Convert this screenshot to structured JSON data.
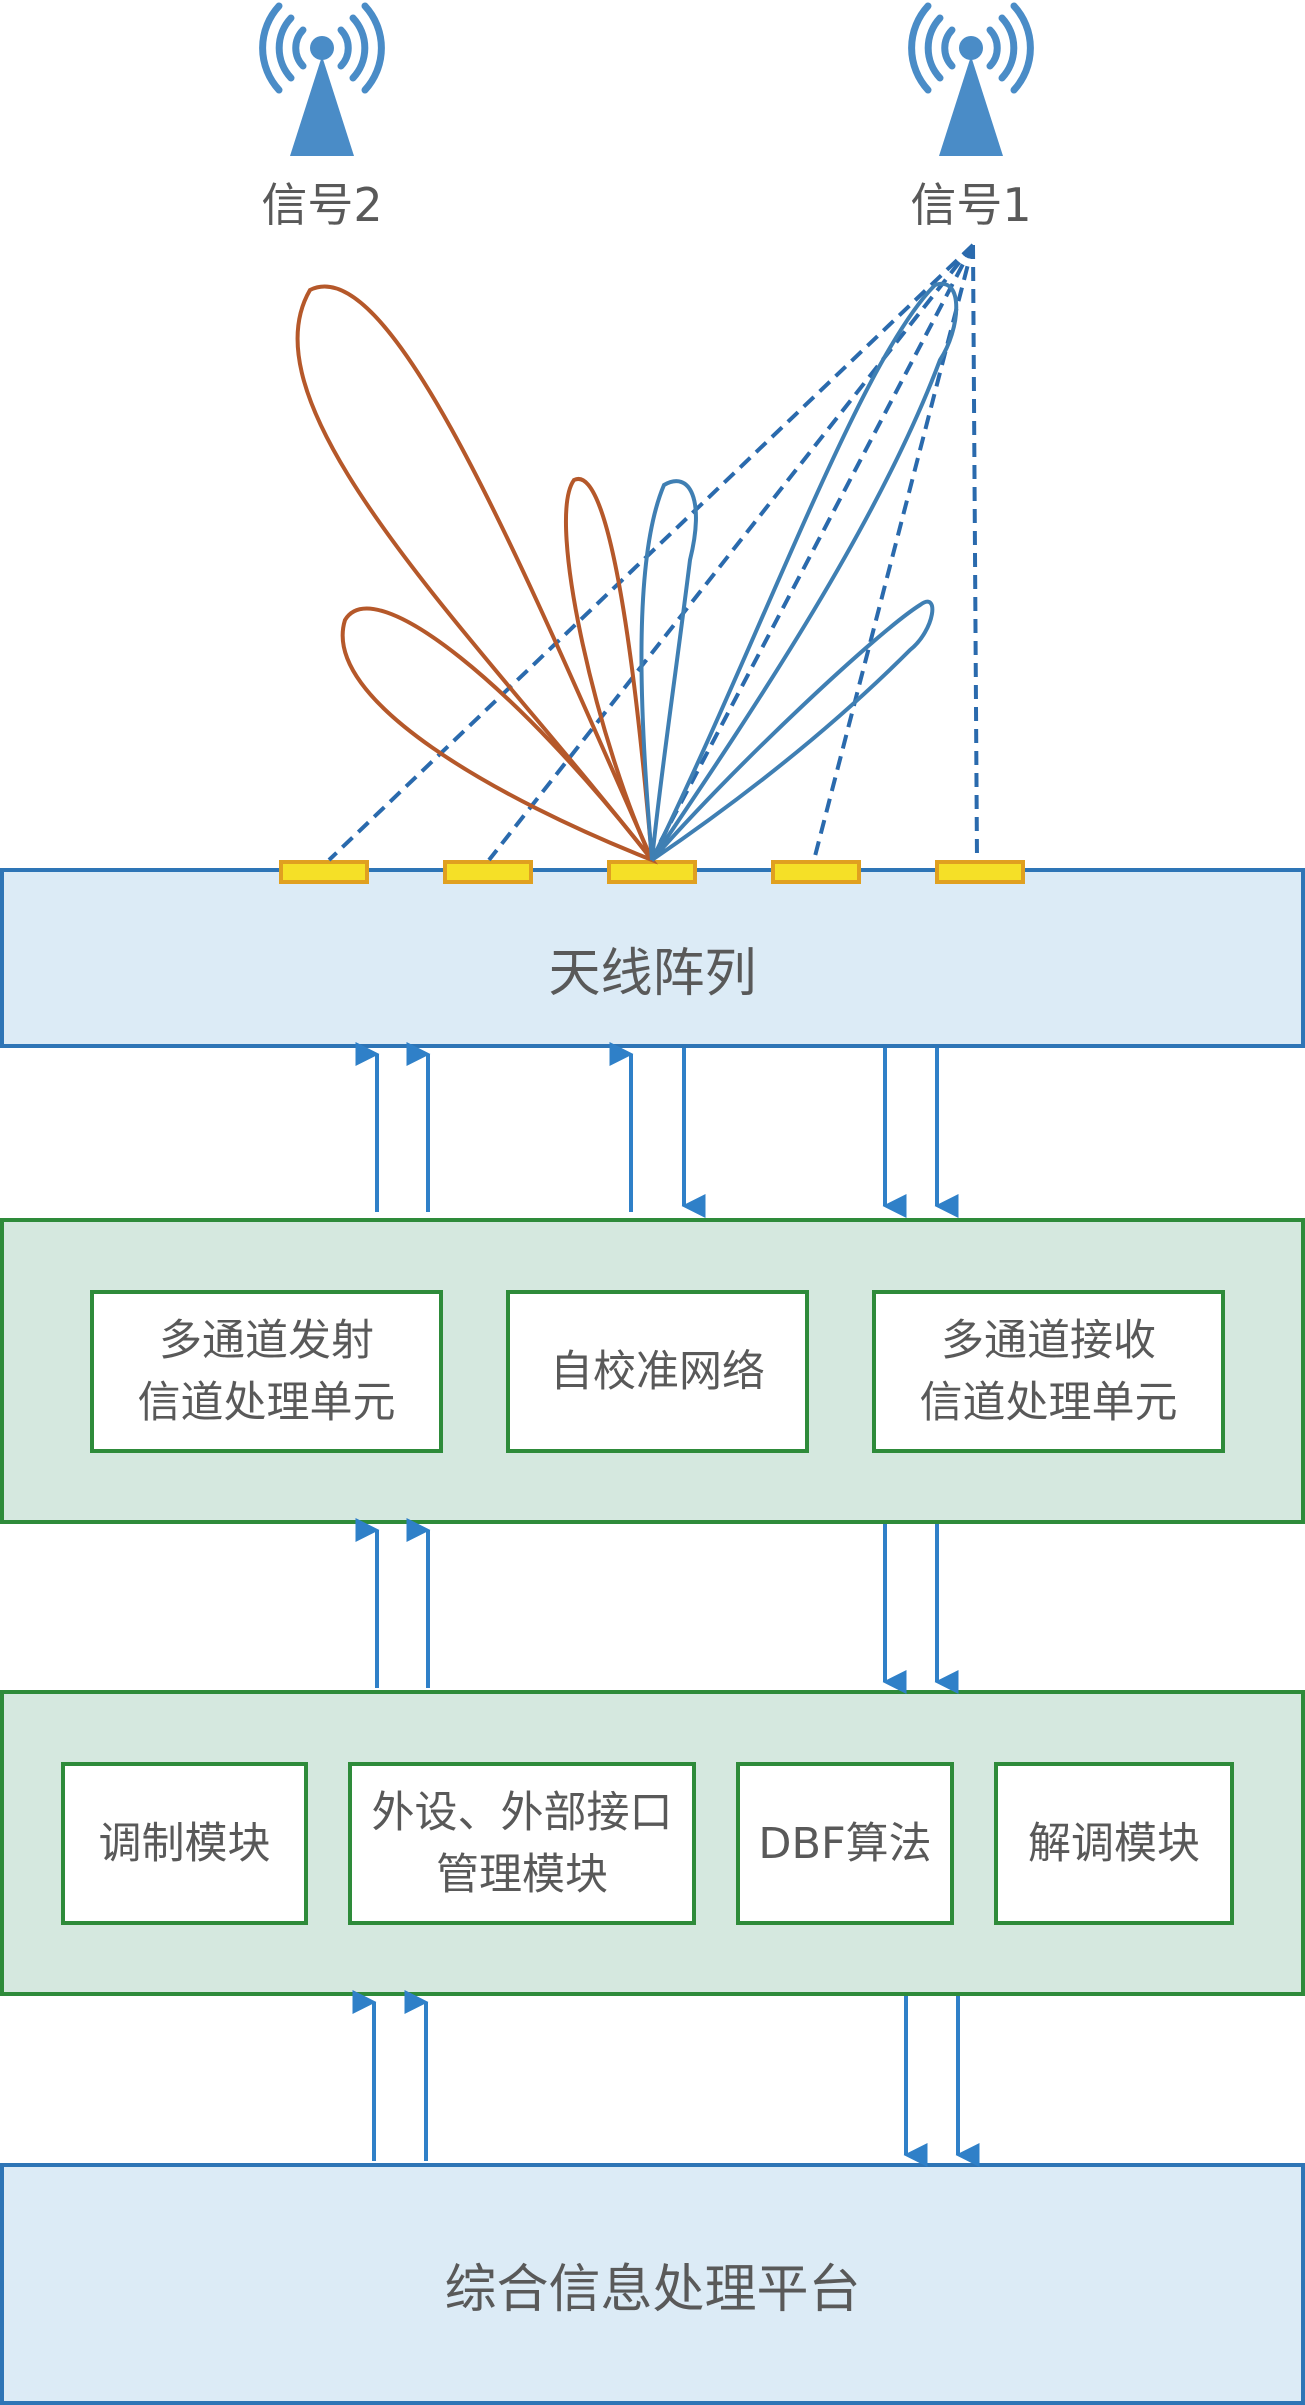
{
  "signals": {
    "signal1": "信号1",
    "signal2": "信号2"
  },
  "antenna_array": {
    "label": "天线阵列"
  },
  "channel_layer": {
    "tx": "多通道发射\n信道处理单元",
    "cal": "自校准网络",
    "rx": "多通道接收\n信道处理单元"
  },
  "baseband_layer": {
    "mod": "调制模块",
    "periph": "外设、外部接口\n管理模块",
    "dbf": "DBF算法",
    "demod": "解调模块"
  },
  "platform": {
    "label": "综合信息处理平台"
  },
  "colors": {
    "blue_border": "#2e75b6",
    "blue_fill": "#dcebf6",
    "green_border": "#2e8b3a",
    "green_fill": "#d5e8df",
    "element_fill": "#f5e027",
    "element_border": "#e0a020",
    "beam_signal1": "#3f7fb3",
    "beam_signal2": "#b5582a",
    "arrow": "#2f80c8",
    "text": "#595959"
  },
  "icons": {
    "antenna": "radio-tower-icon",
    "arrow": "arrow-icon"
  }
}
